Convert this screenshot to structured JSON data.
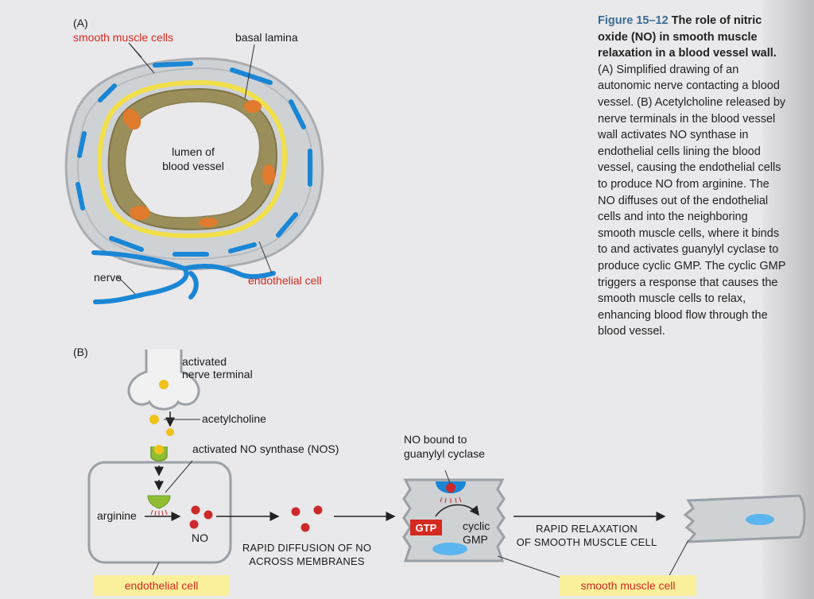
{
  "panel_a": {
    "letter": "(A)",
    "smooth_muscle": "smooth muscle cells",
    "basal_lamina": "basal lamina",
    "lumen_line1": "lumen of",
    "lumen_line2": "blood vessel",
    "nerve": "nerve",
    "endothelial": "endothelial cell"
  },
  "panel_b": {
    "letter": "(B)",
    "terminal_line1": "activated",
    "terminal_line2": "nerve terminal",
    "acetylcholine": "acetylcholine",
    "nos": "activated NO synthase (NOS)",
    "arginine": "arginine",
    "no": "NO",
    "diffusion_line1": "RAPID DIFFUSION OF NO",
    "diffusion_line2": "ACROSS MEMBRANES",
    "bound_line1": "NO bound to",
    "bound_line2": "guanylyl cyclase",
    "gtp": "GTP",
    "cyclic_line1": "cyclic",
    "cyclic_line2": "GMP",
    "relax_line1": "RAPID RELAXATION",
    "relax_line2": "OF SMOOTH MUSCLE CELL",
    "endothelial_cell": "endothelial cell",
    "smooth_muscle_cell": "smooth muscle cell"
  },
  "caption": {
    "number": "Figure 15–12",
    "title": "The role of nitric oxide (NO) in smooth muscle relaxation in a blood vessel wall.",
    "body": "(A) Simplified drawing of an autonomic nerve contacting a blood vessel. (B) Acetylcholine released by nerve terminals in the blood vessel wall activates NO synthase in endothelial cells lining the blood vessel, causing the endothelial cells to produce NO from arginine. The NO diffuses out of the endothelial cells and into the neighboring smooth muscle cells, where it binds to and activates guanylyl cyclase to produce cyclic GMP. The cyclic GMP triggers a response that causes the smooth muscle cells to relax, enhancing blood flow through the blood vessel."
  },
  "colors": {
    "muscle_blue": "#1a86d6",
    "nucleus_orange": "#e07a2c",
    "lamina_yellow": "#f2e04a",
    "label_red": "#d42a1f",
    "label_box": "#faf09c",
    "no_red": "#cc2a2a",
    "ach_yellow": "#f0c21a",
    "nos_green": "#8fbd32",
    "cell_gray": "#9aa0a6",
    "caption_blue": "#3a6c96"
  }
}
